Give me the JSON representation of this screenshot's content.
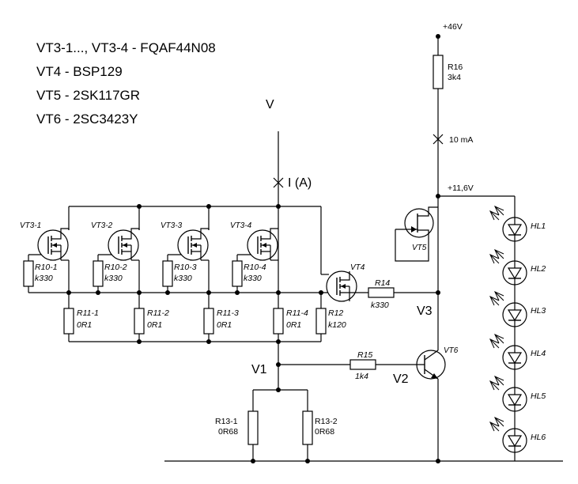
{
  "legend": {
    "line1": "VT3-1..., VT3-4  -  FQAF44N08",
    "line2": "VT4  -  BSP129",
    "line3": "VT5  -  2SK117GR",
    "line4": "VT6  -  2SC3423Y"
  },
  "nodes": {
    "v": "V",
    "current": "I (A)",
    "supply": "+46V",
    "ten_ma": "10 mA",
    "v_116": "+11,6V",
    "v1": "V1",
    "v2": "V2",
    "v3": "V3"
  },
  "mosfets": [
    {
      "name": "VT3-1",
      "gate_r": "R10-1",
      "gate_val": "k330",
      "src_r": "R11-1",
      "src_val": "0R1"
    },
    {
      "name": "VT3-2",
      "gate_r": "R10-2",
      "gate_val": "k330",
      "src_r": "R11-2",
      "src_val": "0R1"
    },
    {
      "name": "VT3-3",
      "gate_r": "R10-3",
      "gate_val": "k330",
      "src_r": "R11-3",
      "src_val": "0R1"
    },
    {
      "name": "VT3-4",
      "gate_r": "R10-4",
      "gate_val": "k330",
      "src_r": "R11-4",
      "src_val": "0R1"
    }
  ],
  "parts": {
    "r16": "R16",
    "r16_val": "3k4",
    "r14": "R14",
    "r14_val": "k330",
    "r12": "R12",
    "r12_val": "k120",
    "r15": "R15",
    "r15_val": "1k4",
    "r13_1": "R13-1",
    "r13_1_val": "0R68",
    "r13_2": "R13-2",
    "r13_2_val": "0R68",
    "vt4": "VT4",
    "vt5": "VT5",
    "vt6": "VT6"
  },
  "leds": [
    "HL1",
    "HL2",
    "HL3",
    "HL4",
    "HL5",
    "HL6"
  ]
}
